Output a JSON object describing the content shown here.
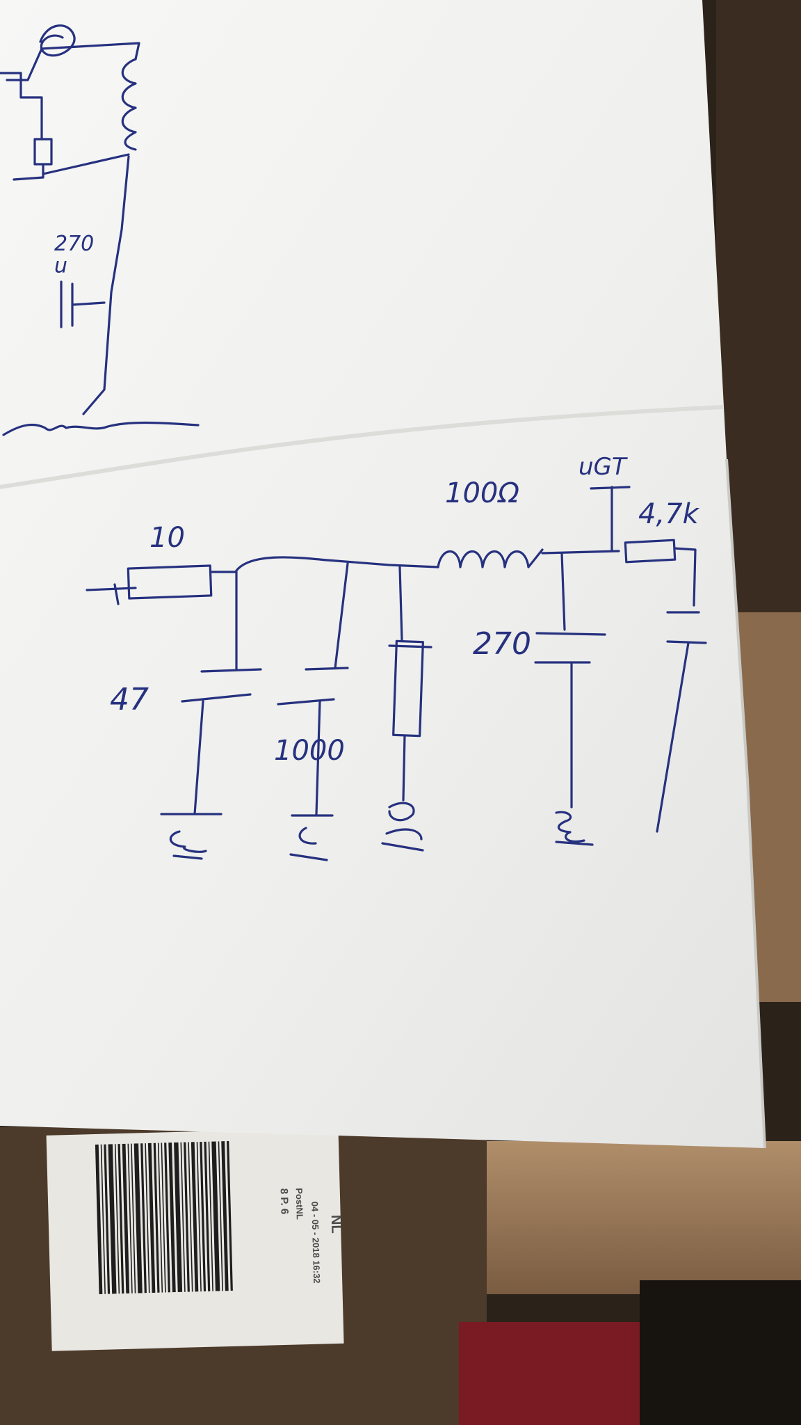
{
  "schematic": {
    "labels": {
      "top_cap": "270\nu",
      "input_resistor": "10",
      "series_inductor": "100Ω",
      "node_label": "uGT",
      "feedback_resistor": "4,7k",
      "shunt_cap_a": "47",
      "shunt_cap_b": "1000",
      "shunt_cap_c": "270"
    }
  },
  "label_sticker": {
    "text_lines": [
      "8 P. 6",
      "PostNL",
      "04 - 05 - 2018 16:32",
      "NL"
    ]
  },
  "colors": {
    "ink": "#26317f",
    "paper": "#f3f3f1",
    "cardboard": "#9b7a5a",
    "dark": "#1c1814"
  }
}
